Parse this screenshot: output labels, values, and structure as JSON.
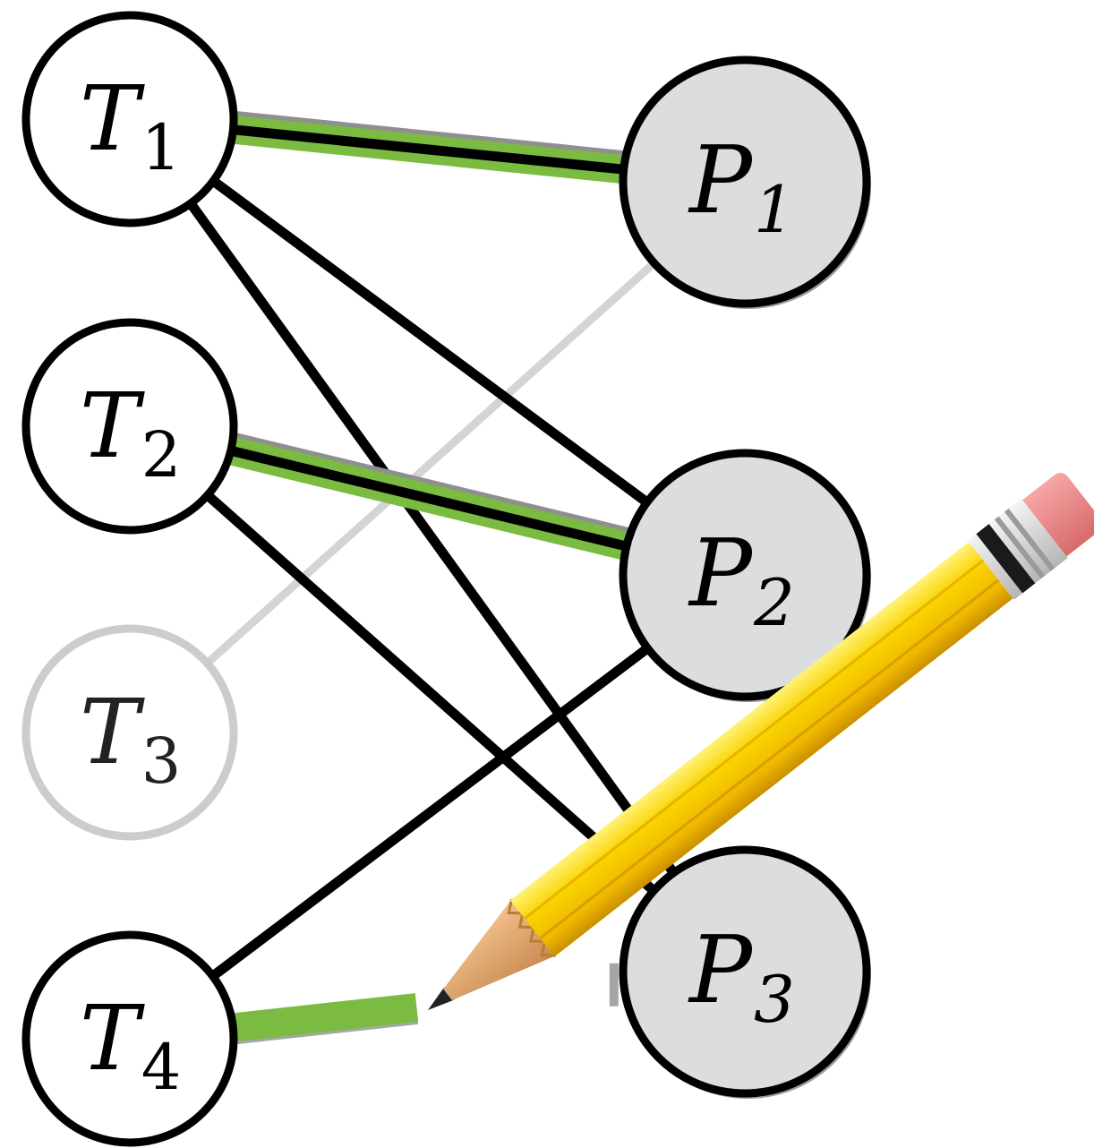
{
  "graph": {
    "left_nodes": [
      {
        "id": "T1",
        "letter": "T",
        "sub": "1",
        "state": "active"
      },
      {
        "id": "T2",
        "letter": "T",
        "sub": "2",
        "state": "active"
      },
      {
        "id": "T3",
        "letter": "T",
        "sub": "3",
        "state": "inactive"
      },
      {
        "id": "T4",
        "letter": "T",
        "sub": "4",
        "state": "active"
      }
    ],
    "right_nodes": [
      {
        "id": "P1",
        "letter": "P",
        "sub": "1"
      },
      {
        "id": "P2",
        "letter": "P",
        "sub": "2"
      },
      {
        "id": "P3",
        "letter": "P",
        "sub": "3"
      }
    ],
    "edges": [
      {
        "from": "T1",
        "to": "P1",
        "style": "matched"
      },
      {
        "from": "T1",
        "to": "P2",
        "style": "plain"
      },
      {
        "from": "T1",
        "to": "P3",
        "style": "plain"
      },
      {
        "from": "T2",
        "to": "P2",
        "style": "matched"
      },
      {
        "from": "T2",
        "to": "P3",
        "style": "plain"
      },
      {
        "from": "T3",
        "to": "P1",
        "style": "faded"
      },
      {
        "from": "T4",
        "to": "P2",
        "style": "plain"
      },
      {
        "from": "T4",
        "to": "P3",
        "style": "drawing"
      }
    ],
    "drawing_progress": 0.47
  },
  "colors": {
    "match_green": "#7bbb41",
    "edge_black": "#000000",
    "faded_gray": "#d4d4d4",
    "right_fill": "#dcdddf",
    "left_fill": "#ffffff",
    "pencil_body": "#f6c800",
    "pencil_wood": "#e2a66a",
    "pencil_eraser": "#ee8383",
    "pencil_ferrule": "#d9d9d9"
  },
  "icons": {
    "pencil": "pencil-icon"
  }
}
